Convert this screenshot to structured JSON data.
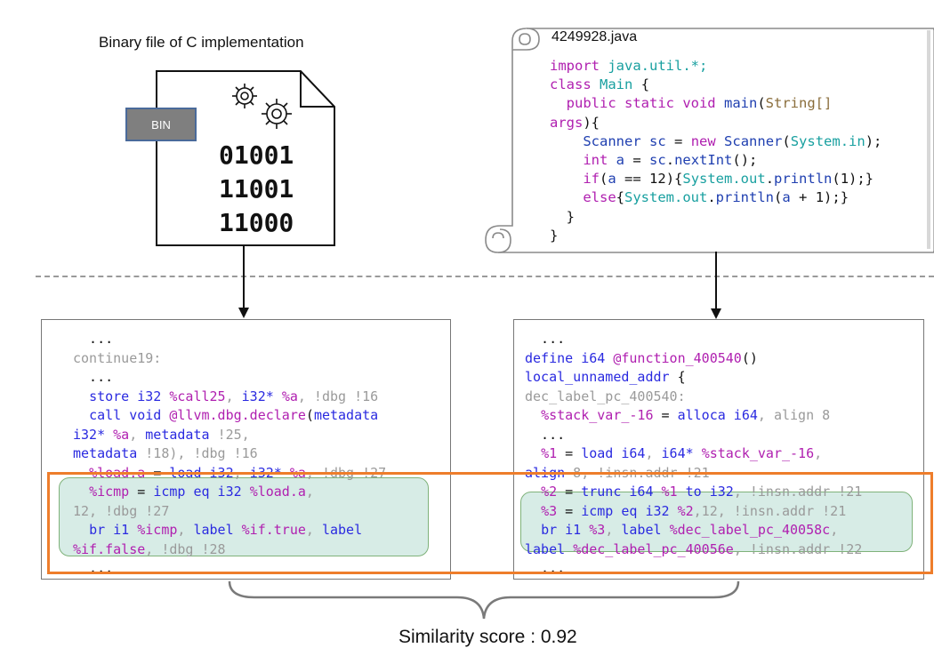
{
  "left_top": {
    "caption": "Binary file of C implementation",
    "bin_badge": "BIN",
    "binary_lines": [
      "01001",
      "11001",
      "11000"
    ]
  },
  "right_top": {
    "filename": "4249928.java",
    "java_lines": [
      "import java.util.*;",
      "class Main {",
      "  public static void main(String[]",
      "args){",
      "    Scanner sc = new Scanner(System.in);",
      "    int a = sc.nextInt();",
      "    if(a == 12){System.out.println(1);}",
      "    else{System.out.println(a + 1);}",
      "  }",
      "}"
    ]
  },
  "left_ir": {
    "lines": [
      "  ...",
      "continue19:",
      "  ...",
      "  store i32 %call25, i32* %a, !dbg !16",
      "  call void @llvm.dbg.declare(metadata",
      "i32* %a, metadata !25,",
      "metadata !18), !dbg !16",
      "  %load.a = load i32, i32* %a, !dbg !27",
      "  %icmp = icmp eq i32 %load.a,",
      "12, !dbg !27",
      "  br i1 %icmp, label %if.true, label",
      "%if.false, !dbg !28",
      "  ..."
    ]
  },
  "right_ir": {
    "lines": [
      "  ...",
      "define i64 @function_400540()",
      "local_unnamed_addr {",
      "dec_label_pc_400540:",
      "  %stack_var_-16 = alloca i64, align 8",
      "  ...",
      "  %1 = load i64, i64* %stack_var_-16,",
      "align 8, !insn.addr !21",
      "  %2 = trunc i64 %1 to i32, !insn.addr !21",
      "  %3 = icmp eq i32 %2,12, !insn.addr !21",
      "  br i1 %3, label %dec_label_pc_40058c,",
      "label %dec_label_pc_40056e, !insn.addr !22",
      "  ..."
    ]
  },
  "similarity": "Similarity score : 0.92",
  "colors": {
    "highlight_fill": "#d7ece6",
    "highlight_border": "#7fb27a",
    "orange_frame": "#ee7d2b",
    "bin_badge": "#7f7f7f"
  }
}
